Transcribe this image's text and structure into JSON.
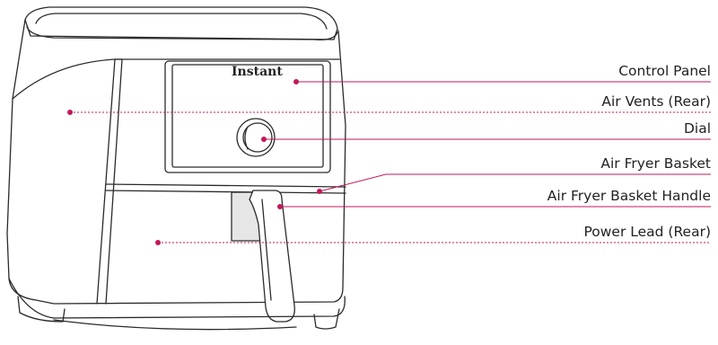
{
  "brand": "Instant",
  "accent_color": "#c2185b",
  "labels": {
    "control_panel": "Control Panel",
    "air_vents": "Air Vents (Rear)",
    "dial": "Dial",
    "basket": "Air Fryer Basket",
    "basket_handle": "Air Fryer Basket Handle",
    "power_lead": "Power Lead (Rear)"
  },
  "callout_styles": {
    "control_panel": "solid",
    "air_vents": "dashed",
    "dial": "solid",
    "basket": "solid",
    "basket_handle": "solid",
    "power_lead": "dashed"
  }
}
